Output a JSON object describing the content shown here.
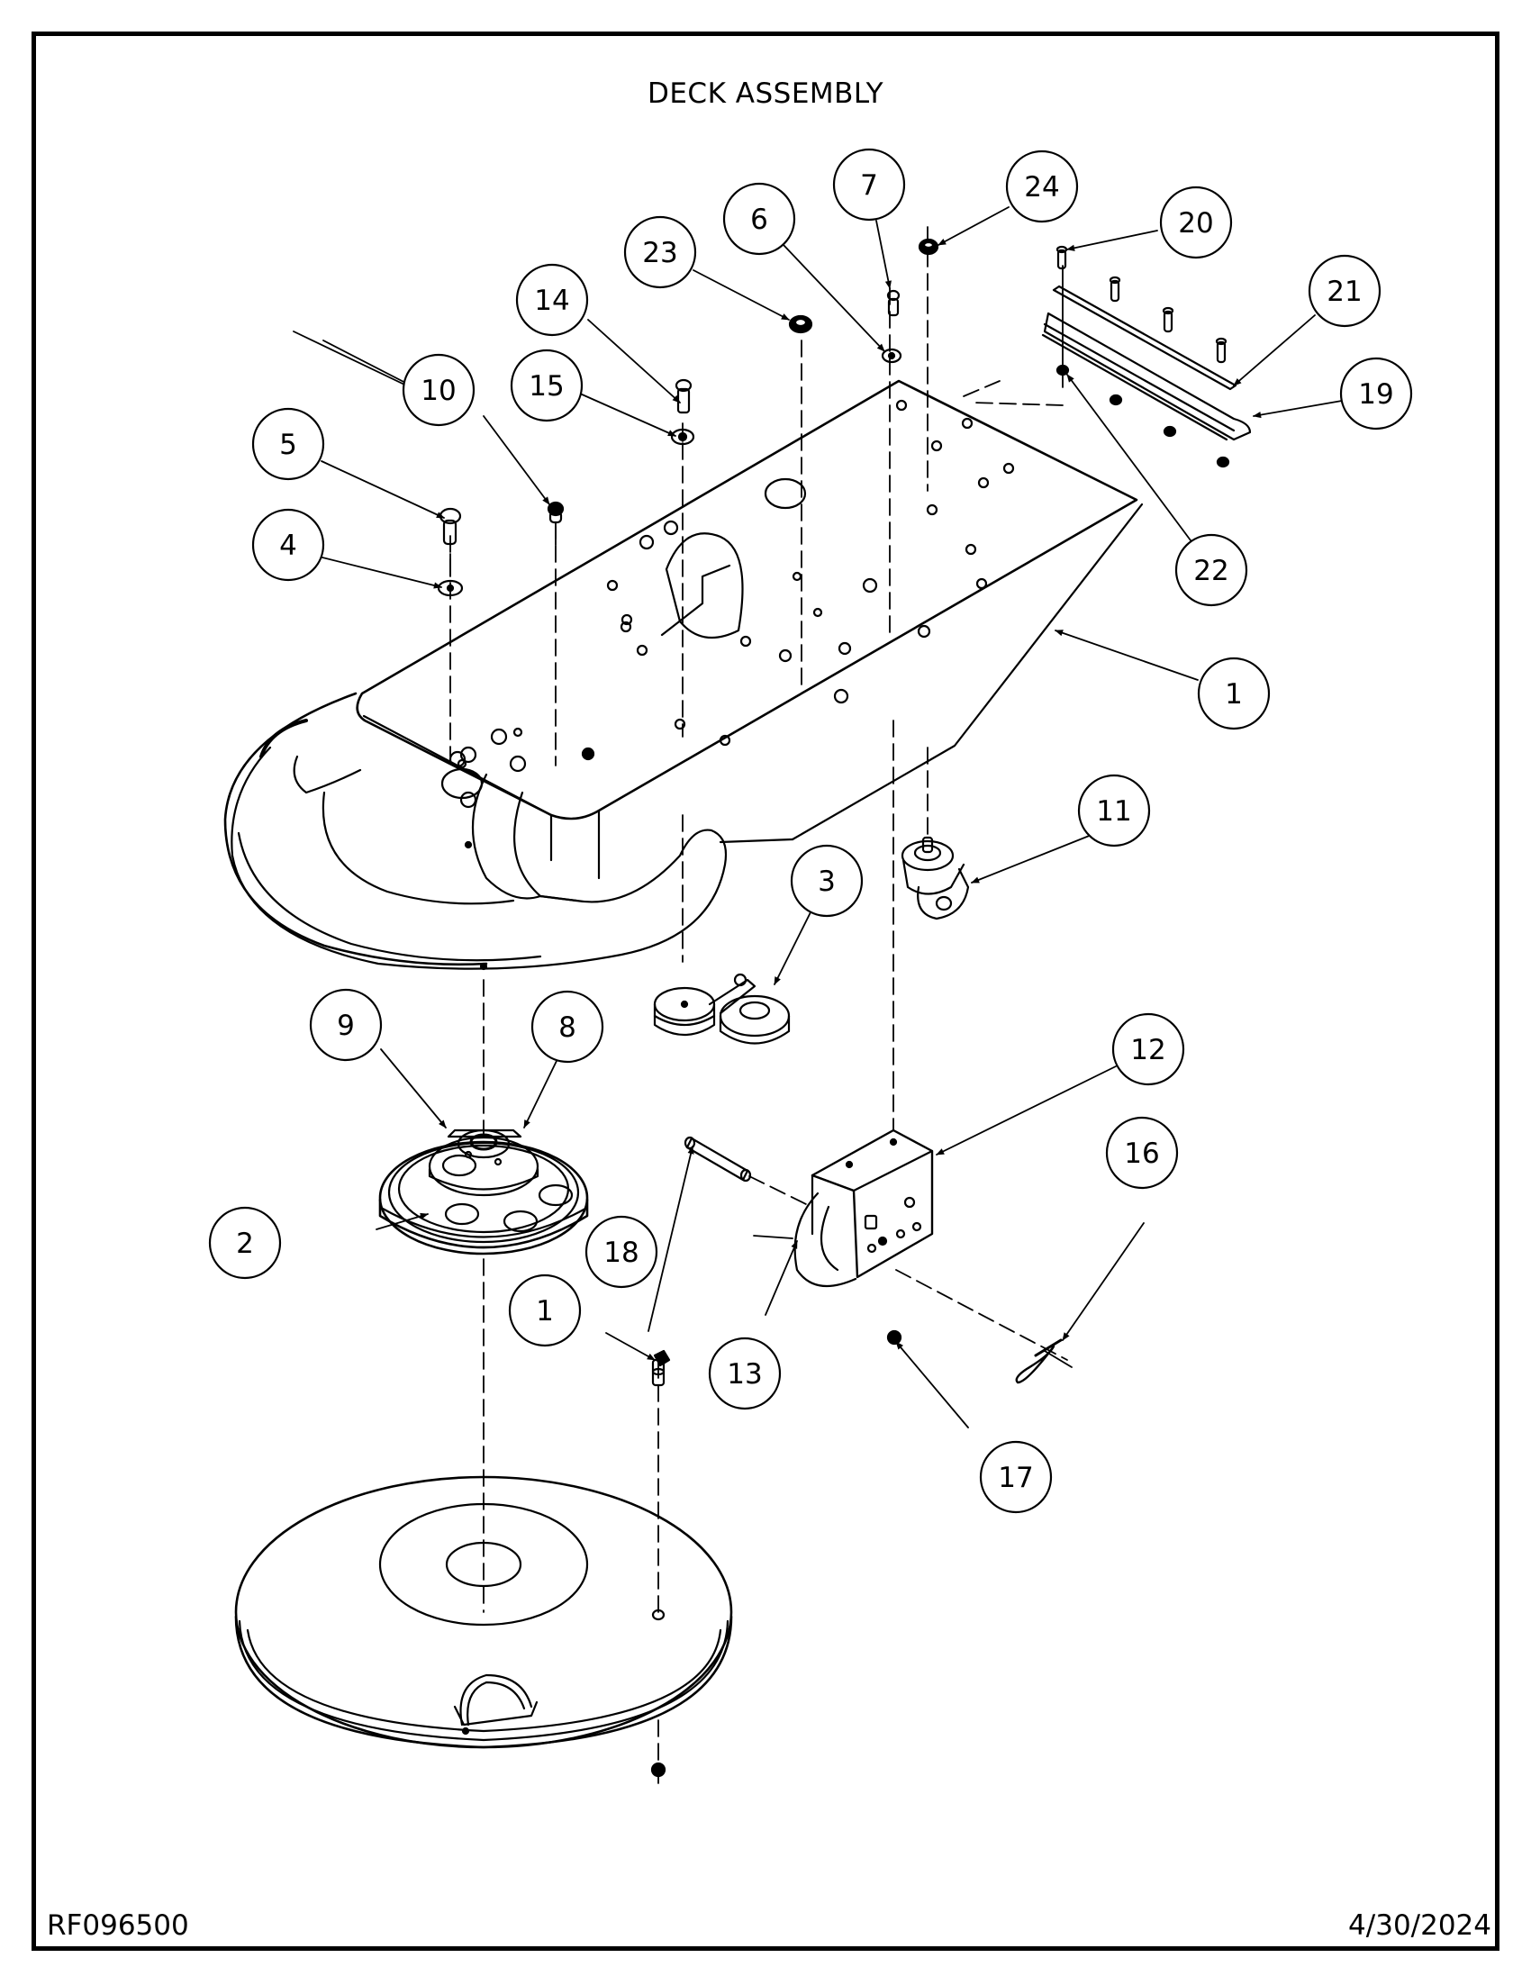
{
  "drawing": {
    "title": "DECK ASSEMBLY",
    "part_number": "RF096500",
    "date": "4/30/2024",
    "line_color": "#000000",
    "background_color": "#ffffff"
  },
  "callouts": [
    {
      "id": "balloon-1-deck",
      "label": "1",
      "part": "deck"
    },
    {
      "id": "balloon-1-fitting",
      "label": "1",
      "part": "fitting"
    },
    {
      "id": "balloon-2",
      "label": "2",
      "part": "drive-pulley"
    },
    {
      "id": "balloon-3",
      "label": "3",
      "part": "idler-pulley"
    },
    {
      "id": "balloon-4",
      "label": "4",
      "part": "washer"
    },
    {
      "id": "balloon-5",
      "label": "5",
      "part": "hex-bolt"
    },
    {
      "id": "balloon-6",
      "label": "6",
      "part": "washer"
    },
    {
      "id": "balloon-7",
      "label": "7",
      "part": "bolt"
    },
    {
      "id": "balloon-8",
      "label": "8",
      "part": "bearing-flange"
    },
    {
      "id": "balloon-9",
      "label": "9",
      "part": "set-screw"
    },
    {
      "id": "balloon-10",
      "label": "10",
      "part": "nut"
    },
    {
      "id": "balloon-11",
      "label": "11",
      "part": "swivel-caster"
    },
    {
      "id": "balloon-12",
      "label": "12",
      "part": "wheel-bracket"
    },
    {
      "id": "balloon-13",
      "label": "13",
      "part": "wheel"
    },
    {
      "id": "balloon-14",
      "label": "14",
      "part": "bolt"
    },
    {
      "id": "balloon-15",
      "label": "15",
      "part": "washer"
    },
    {
      "id": "balloon-16",
      "label": "16",
      "part": "hitch-pin-clip"
    },
    {
      "id": "balloon-17",
      "label": "17",
      "part": "nut"
    },
    {
      "id": "balloon-18",
      "label": "18",
      "part": "axle-pin"
    },
    {
      "id": "balloon-19",
      "label": "19",
      "part": "bumper-channel"
    },
    {
      "id": "balloon-20",
      "label": "20",
      "part": "screw"
    },
    {
      "id": "balloon-21",
      "label": "21",
      "part": "bumper-strip"
    },
    {
      "id": "balloon-22",
      "label": "22",
      "part": "nut"
    },
    {
      "id": "balloon-23",
      "label": "23",
      "part": "grommet"
    },
    {
      "id": "balloon-24",
      "label": "24",
      "part": "nut"
    }
  ]
}
